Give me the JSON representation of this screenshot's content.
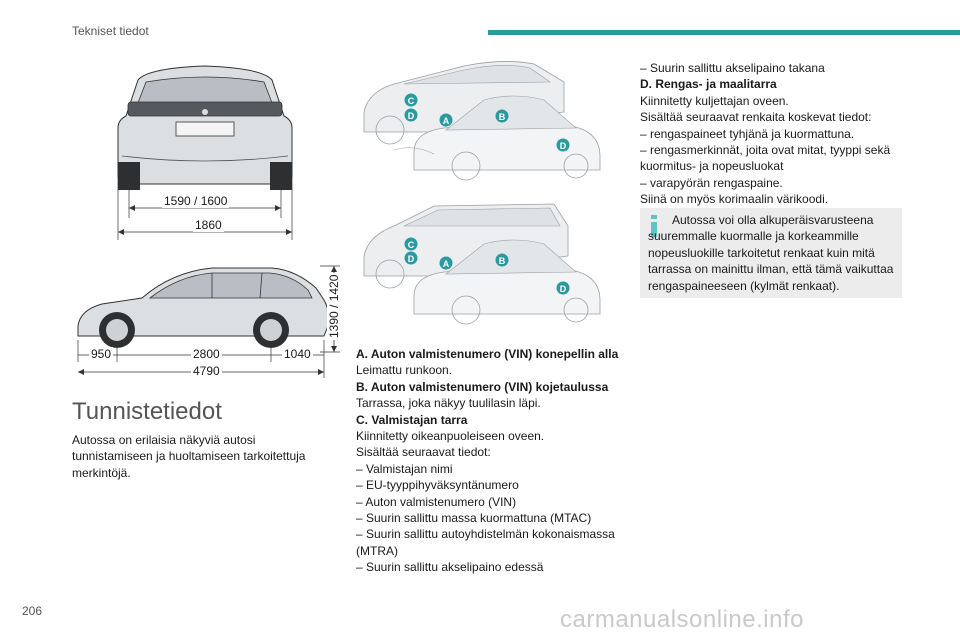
{
  "header": {
    "title": "Tekniset tiedot",
    "page_number": "206"
  },
  "watermark": "carmanualsonline.info",
  "rear_view": {
    "track_width": "1590 / 1600",
    "overall_width": "1860"
  },
  "side_view": {
    "height": "1390 / 1420",
    "front_overhang": "950",
    "wheelbase": "2800",
    "rear_overhang": "1040",
    "overall_length": "4790"
  },
  "markers": [
    "A",
    "B",
    "C",
    "D"
  ],
  "section": {
    "title": "Tunnistetiedot",
    "intro": "Autossa on erilaisia näkyviä autosi tunnistamiseen ja huoltamiseen tarkoitettuja merkintöjä."
  },
  "middle_column": {
    "a_title": "A. Auton valmistenumero (VIN) konepellin alla",
    "a_text": "Leimattu runkoon.",
    "b_title": "B. Auton valmistenumero (VIN) kojetaulussa",
    "b_text": "Tarrassa, joka näkyy tuulilasin läpi.",
    "c_title": "C. Valmistajan tarra",
    "c_text1": "Kiinnitetty oikeanpuoleiseen oveen.",
    "c_text2": "Sisältää seuraavat tiedot:",
    "c_items": [
      "– Valmistajan nimi",
      "– EU-tyyppihyväksyntänumero",
      "– Auton valmistenumero (VIN)",
      "– Suurin sallittu massa kuormattuna (MTAC)",
      "– Suurin sallittu autoyhdistelmän kokonaismassa (MTRA)",
      "– Suurin sallittu akselipaino edessä"
    ]
  },
  "right_column": {
    "c_last_item": "– Suurin sallittu akselipaino takana",
    "d_title": "D. Rengas- ja maalitarra",
    "d_text1": "Kiinnitetty kuljettajan oveen.",
    "d_text2": "Sisältää seuraavat renkaita koskevat tiedot:",
    "d_items": [
      "– rengaspaineet tyhjänä ja kuormattuna.",
      "– rengasmerkinnät, joita ovat mitat, tyyppi sekä kuormitus- ja nopeusluokat",
      "– varapyörän rengaspaine."
    ],
    "d_text3": "Siinä on myös korimaalin värikoodi.",
    "info": "Autossa voi olla alkuperäisvarusteena suuremmalle kuormalle ja korkeammille nopeusluokille tarkoitetut renkaat kuin mitä tarrassa on mainittu ilman, että tämä vaikuttaa rengaspaineeseen (kylmät renkaat)."
  },
  "colors": {
    "accent": "#2a9aa0",
    "marker": "#2a9aa0",
    "info_icon": "#5ec4c8"
  }
}
